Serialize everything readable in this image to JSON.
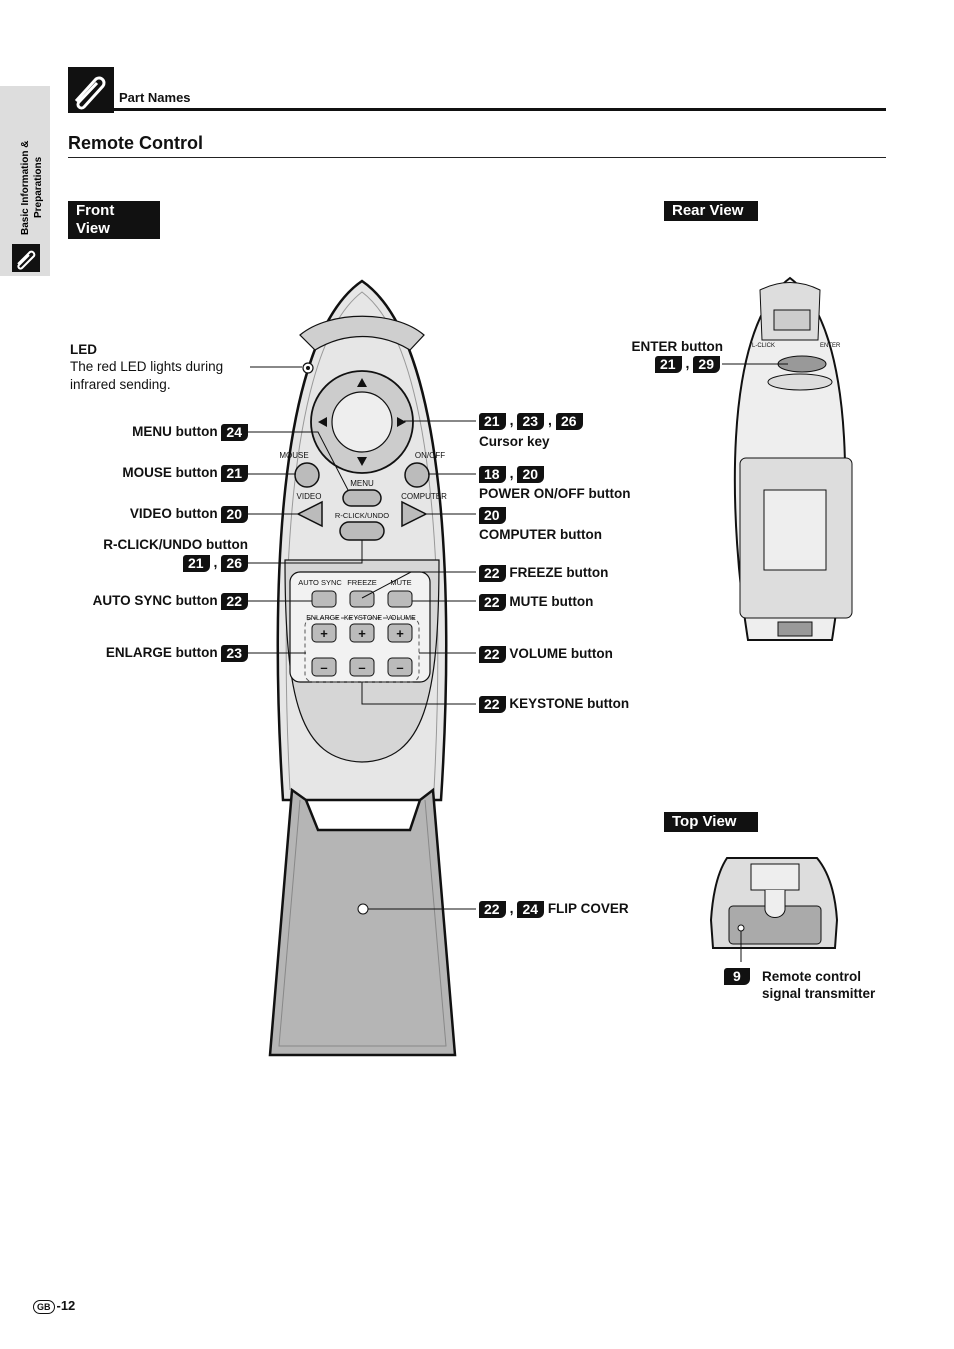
{
  "side_tab": {
    "line1": "Basic Information &",
    "line2": "Preparations"
  },
  "header": {
    "section": "Part Names",
    "title": "Remote Control"
  },
  "views": {
    "front": "Front View",
    "rear": "Rear View",
    "top": "Top View"
  },
  "remote_labels": {
    "mouse": "MOUSE",
    "on_off": "ON/OFF",
    "menu": "MENU",
    "video": "VIDEO",
    "computer": "COMPUTER",
    "rclick_undo": "R-CLICK/UNDO",
    "auto_sync": "AUTO SYNC",
    "freeze": "FREEZE",
    "mute": "MUTE",
    "enlarge": "ENLARGE",
    "keystone": "KEYSTONE",
    "volume": "VOLUME",
    "lclick": "L-CLICK",
    "enter": "ENTER"
  },
  "callouts_left": {
    "led": {
      "label": "LED",
      "desc1": "The red LED lights during",
      "desc2": "infrared sending."
    },
    "menu": {
      "label": "MENU button",
      "refs": [
        "24"
      ]
    },
    "mouse": {
      "label": "MOUSE button",
      "refs": [
        "21"
      ]
    },
    "video": {
      "label": "VIDEO button",
      "refs": [
        "20"
      ]
    },
    "rclick": {
      "label": "R-CLICK/UNDO button",
      "refs": [
        "21",
        "26"
      ]
    },
    "autosync": {
      "label": "AUTO SYNC button",
      "refs": [
        "22"
      ]
    },
    "enlarge": {
      "label": "ENLARGE button",
      "refs": [
        "23"
      ]
    }
  },
  "callouts_right": {
    "cursor": {
      "label": "Cursor key",
      "refs": [
        "21",
        "23",
        "26"
      ]
    },
    "power": {
      "label": "POWER ON/OFF button",
      "refs": [
        "18",
        "20"
      ]
    },
    "computer": {
      "label": "COMPUTER button",
      "refs": [
        "20"
      ]
    },
    "freeze": {
      "label": "FREEZE button",
      "refs": [
        "22"
      ]
    },
    "mute": {
      "label": "MUTE button",
      "refs": [
        "22"
      ]
    },
    "volume": {
      "label": "VOLUME button",
      "refs": [
        "22"
      ]
    },
    "keystone": {
      "label": "KEYSTONE button",
      "refs": [
        "22"
      ]
    },
    "flipcover": {
      "label": "FLIP COVER",
      "refs": [
        "22",
        "24"
      ]
    }
  },
  "rear_callouts": {
    "enter": {
      "label": "ENTER button",
      "refs": [
        "21",
        "29"
      ]
    }
  },
  "top_callouts": {
    "transmitter": {
      "line1": "Remote control",
      "line2": "signal transmitter",
      "refs": [
        "9"
      ]
    }
  },
  "footer": {
    "region": "GB",
    "page": "-12"
  }
}
